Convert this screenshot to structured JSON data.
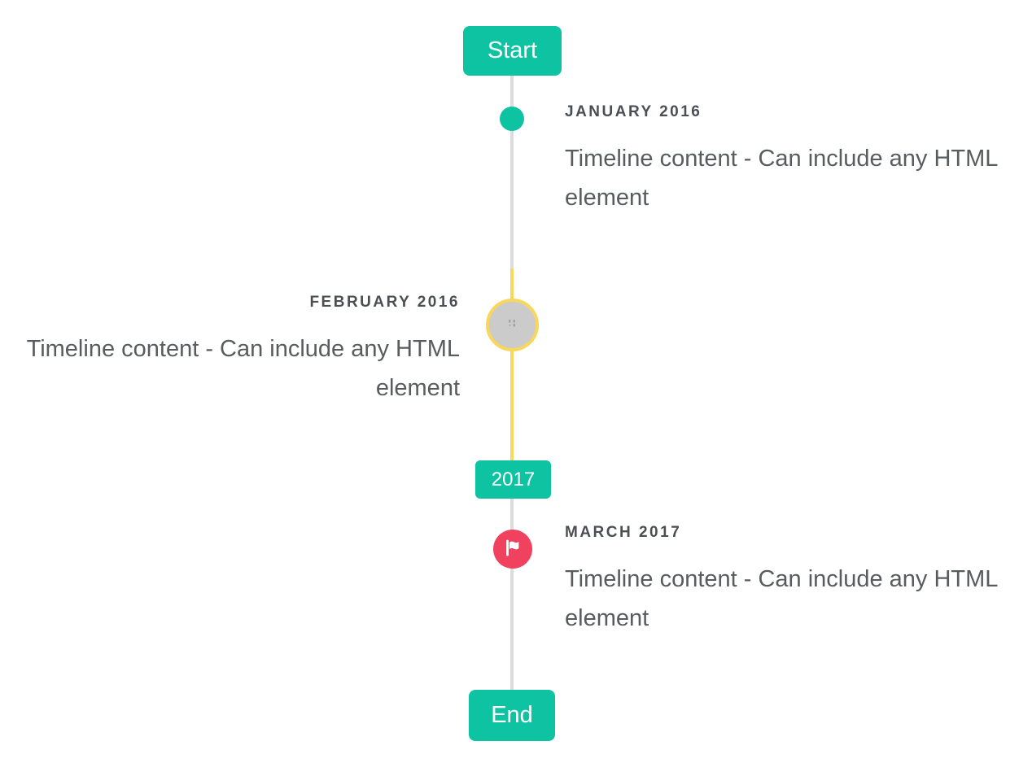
{
  "timeline": {
    "start_badge": "Start",
    "year_badge": "2017",
    "end_badge": "End",
    "entries": [
      {
        "id": "january-2016",
        "date": "JANUARY 2016",
        "content": "Timeline content - Can include any HTML element",
        "side": "right",
        "marker": "teal-dot"
      },
      {
        "id": "february-2016",
        "date": "FEBRUARY 2016",
        "content": "Timeline content - Can include any HTML element",
        "side": "left",
        "marker": "image-placeholder"
      },
      {
        "id": "march-2017",
        "date": "MARCH 2017",
        "content": "Timeline content - Can include any HTML element",
        "side": "right",
        "marker": "flag"
      }
    ],
    "colors": {
      "accent_teal": "#0ec3a2",
      "highlight_yellow": "#f9d65c",
      "flag_red": "#f0415f",
      "line_gray": "#dcdcdc",
      "marker_gray": "#cbcbcb",
      "date_text": "#4b4e52",
      "body_text": "#595c5f"
    }
  }
}
